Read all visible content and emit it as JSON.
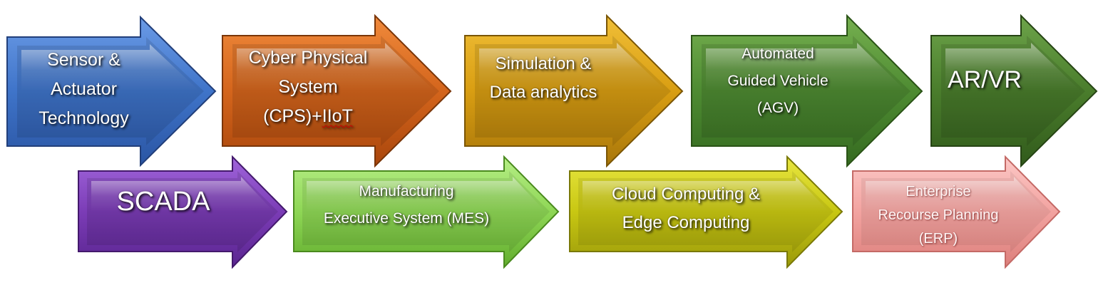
{
  "arrows": [
    {
      "id": "sensor",
      "lines": [
        "Sensor &",
        "Actuator",
        "Technology"
      ],
      "color": "#3f74c9"
    },
    {
      "id": "cps",
      "lines": [
        "Cyber Physical",
        "System",
        "(CPS)+IIoT"
      ],
      "color": "#d4651c"
    },
    {
      "id": "simulation",
      "lines": [
        "Simulation &",
        "Data analytics"
      ],
      "color": "#d99e12"
    },
    {
      "id": "agv",
      "lines": [
        "Automated",
        "Guided Vehicle",
        "(AGV)"
      ],
      "color": "#4e8b32"
    },
    {
      "id": "arvr",
      "lines": [
        "AR/VR"
      ],
      "color": "#4a7d2c"
    },
    {
      "id": "scada",
      "lines": [
        "SCADA"
      ],
      "color": "#7b3cb6"
    },
    {
      "id": "mes",
      "lines": [
        "Manufacturing",
        "Executive System (MES)"
      ],
      "color": "#8ed655"
    },
    {
      "id": "cloud",
      "lines": [
        "Cloud Computing &",
        "Edge Computing"
      ],
      "color": "#c8c712"
    },
    {
      "id": "erp",
      "lines": [
        "Enterprise",
        "Recourse Planning",
        "(ERP)"
      ],
      "color": "#f2a3a0"
    }
  ]
}
